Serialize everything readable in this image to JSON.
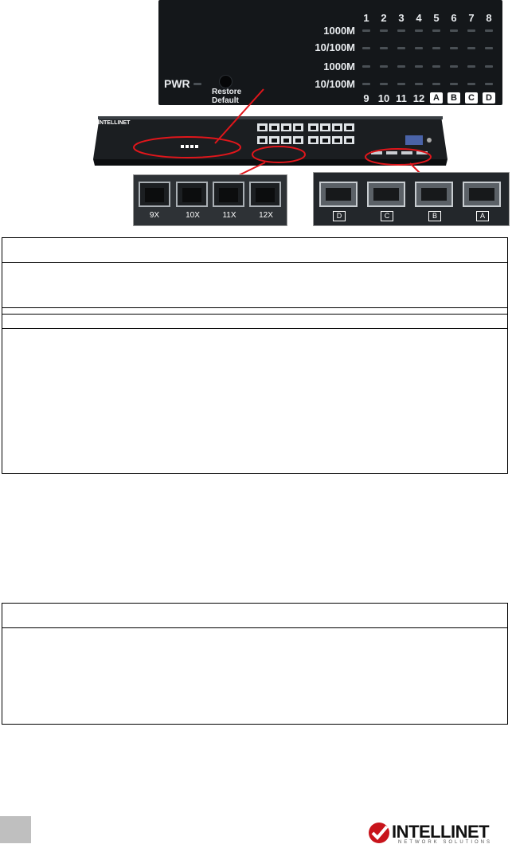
{
  "led_panel": {
    "port_numbers_top": [
      "1",
      "2",
      "3",
      "4",
      "5",
      "6",
      "7",
      "8"
    ],
    "row_labels": [
      "1000M",
      "10/100M",
      "1000M",
      "10/100M"
    ],
    "port_numbers_bottom": [
      "9",
      "10",
      "11",
      "12"
    ],
    "sfp_labels": [
      "A",
      "B",
      "C",
      "D"
    ],
    "pwr_label": "PWR",
    "restore_label_line1": "Restore",
    "restore_label_line2": "Default"
  },
  "switch": {
    "brand": "INTELLINET"
  },
  "rj45_callout": {
    "port_labels": [
      "9X",
      "10X",
      "11X",
      "12X"
    ]
  },
  "sfp_callout": {
    "slot_labels": [
      "D",
      "C",
      "B",
      "A"
    ]
  },
  "footer": {
    "logo_text": "INTELLINET",
    "logo_subtext": "NETWORK SOLUTIONS"
  },
  "colors": {
    "callout_line": "#e0161b",
    "panel_dark": "#14171a",
    "page_box": "#bfbfbf"
  }
}
